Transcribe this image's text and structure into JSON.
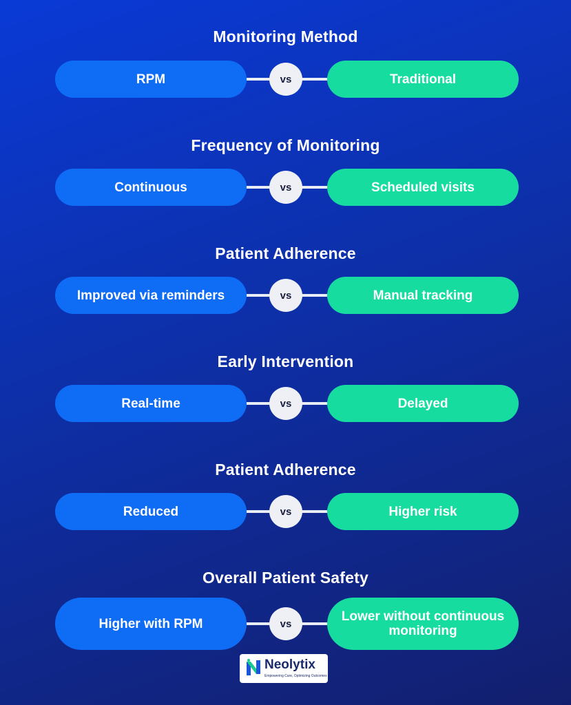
{
  "vs_label": "vs",
  "sections": [
    {
      "title": "Monitoring Method",
      "left": "RPM",
      "right": "Traditional"
    },
    {
      "title": "Frequency of Monitoring",
      "left": "Continuous",
      "right": "Scheduled visits"
    },
    {
      "title": "Patient Adherence",
      "left": "Improved via reminders",
      "right": "Manual tracking"
    },
    {
      "title": "Early Intervention",
      "left": "Real-time",
      "right": "Delayed"
    },
    {
      "title": "Patient Adherence",
      "left": "Reduced",
      "right": "Higher risk"
    },
    {
      "title": "Overall Patient Safety",
      "left": "Higher with RPM",
      "right": "Lower without continuous monitoring"
    }
  ],
  "logo": {
    "name": "Neolytix",
    "tagline": "Empowering Care, Optimizing Outcomes"
  },
  "colors": {
    "left_pill": "#0f6cf5",
    "right_pill": "#17dca0",
    "vs_circle": "#eef0f5",
    "background_top": "#0a3ad6",
    "background_bottom": "#131f6e"
  }
}
